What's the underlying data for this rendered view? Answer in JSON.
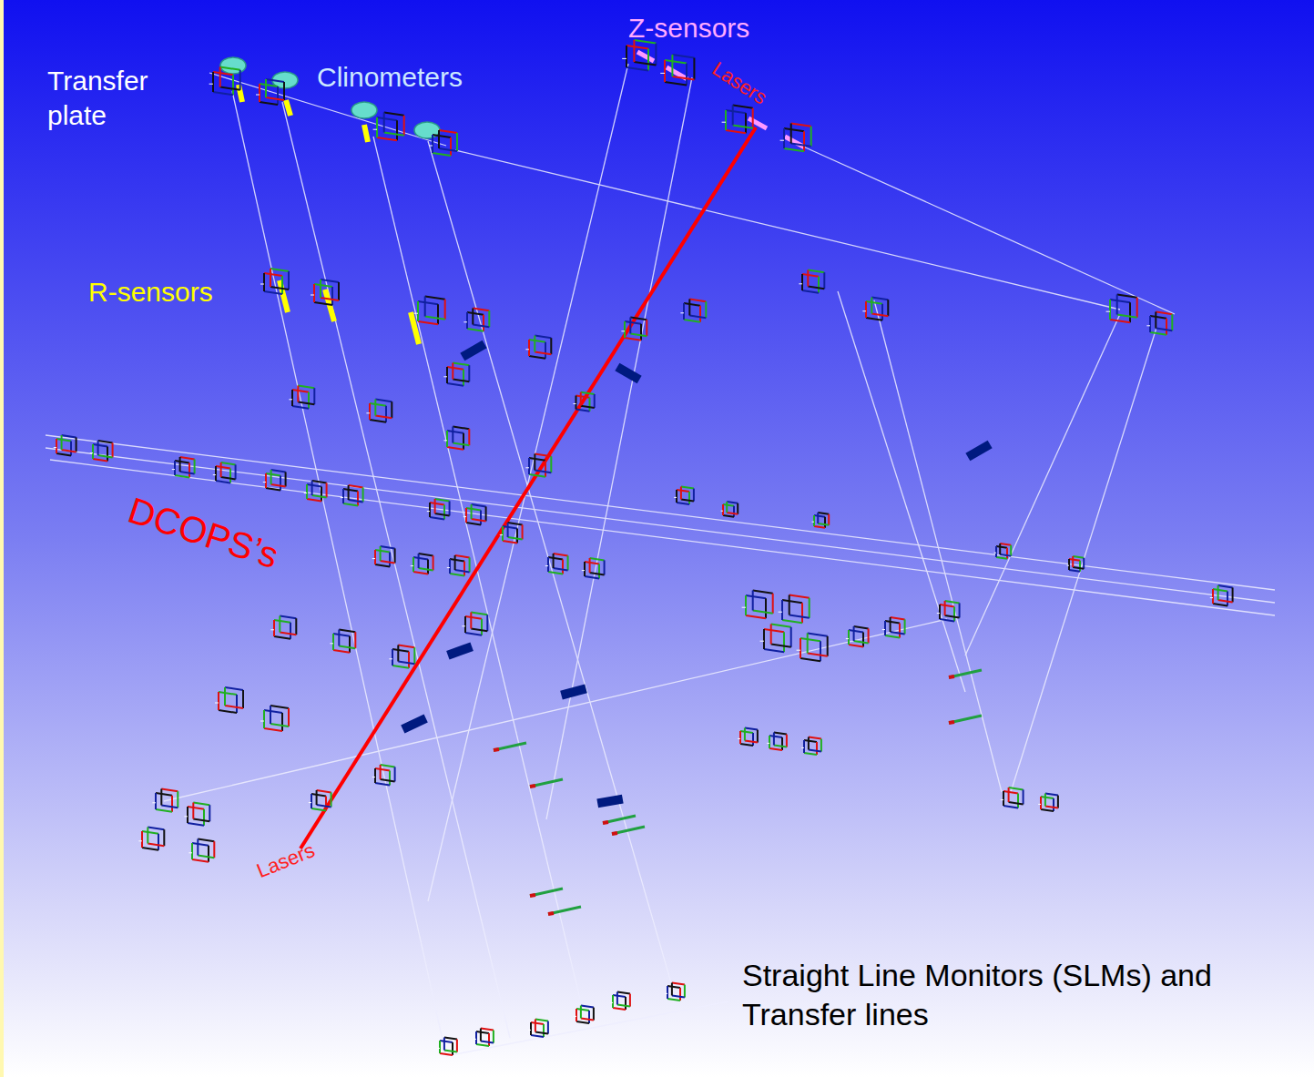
{
  "diagram": {
    "labels": [
      "Transfer plate",
      "Clinometers",
      "Z-sensors",
      "Lasers",
      "R-sensors",
      "DCOPS’s",
      "Lasers",
      "Straight Line Monitors (SLMs) and Transfer lines"
    ]
  }
}
